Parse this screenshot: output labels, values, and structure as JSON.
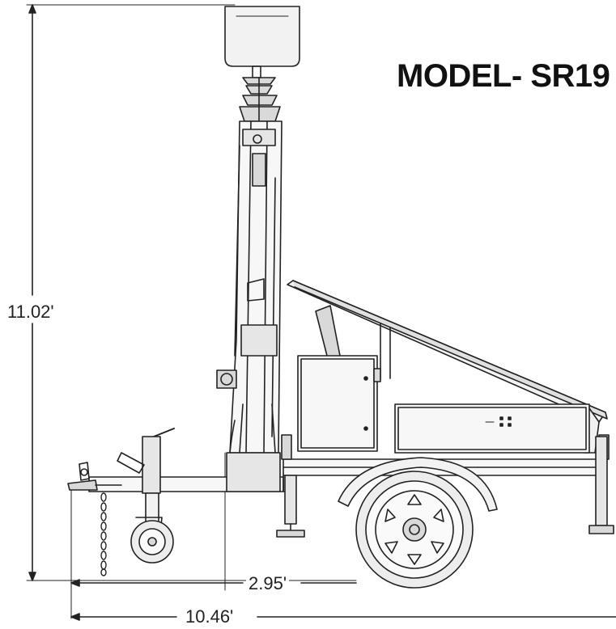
{
  "title": "MODEL- SR19",
  "dimensions": {
    "height": "11.02'",
    "hitch_to_axle": "2.95'",
    "overall_length": "10.46'"
  },
  "colors": {
    "line": "#222222",
    "fill_light": "#f2f2f2",
    "fill_mid": "#d9d9d9",
    "background": "#ffffff"
  }
}
